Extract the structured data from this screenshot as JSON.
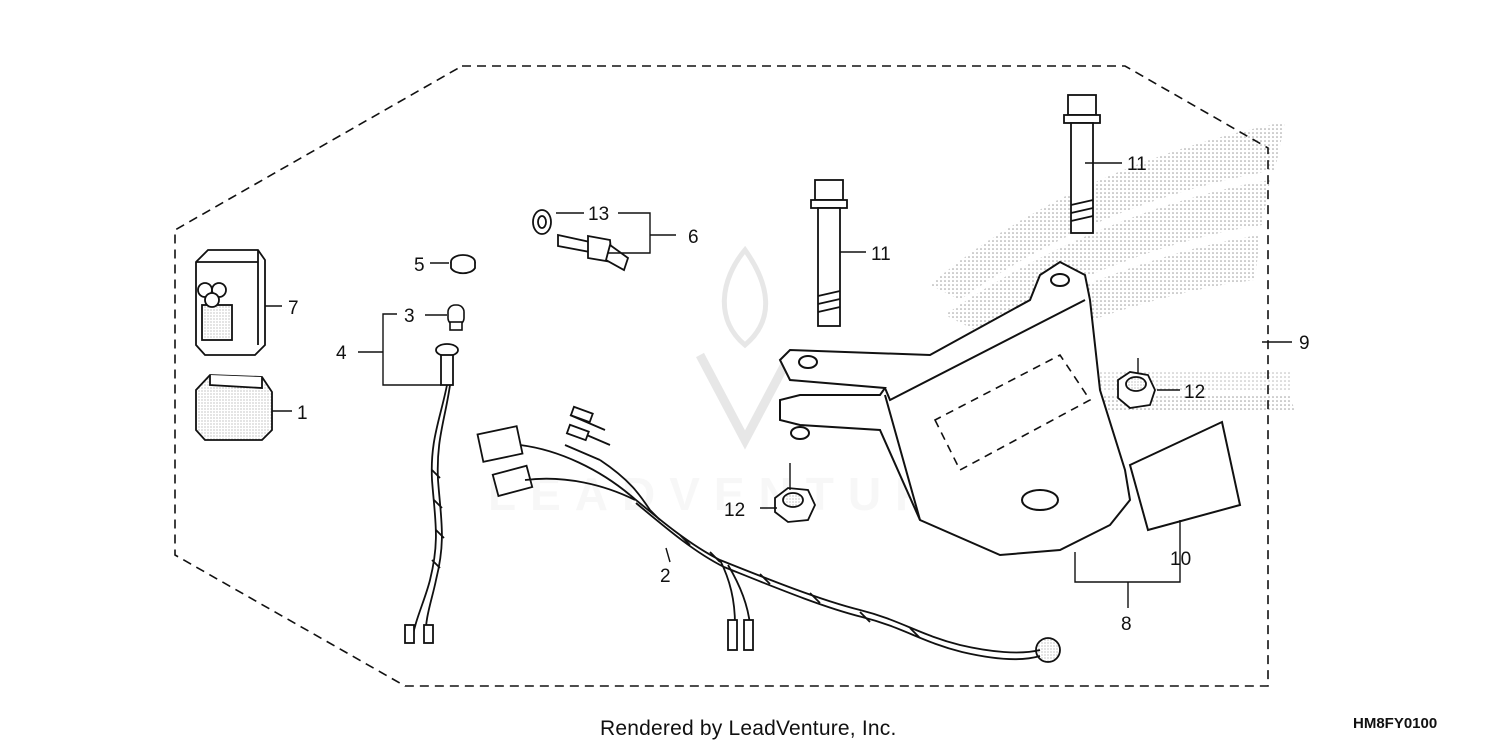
{
  "callouts": {
    "c1": "1",
    "c2": "2",
    "c3": "3",
    "c4": "4",
    "c5": "5",
    "c6": "6",
    "c7": "7",
    "c8": "8",
    "c9": "9",
    "c10": "10",
    "c11a": "11",
    "c11b": "11",
    "c12a": "12",
    "c12b": "12",
    "c13": "13"
  },
  "watermark": {
    "text": "LEADVENTURE"
  },
  "footer": {
    "credit": "Rendered by LeadVenture, Inc.",
    "code": "HM8FY0100"
  },
  "colors": {
    "line": "#111111",
    "watermark": "#cfcfcf",
    "stipple": "#9a9a9a"
  }
}
